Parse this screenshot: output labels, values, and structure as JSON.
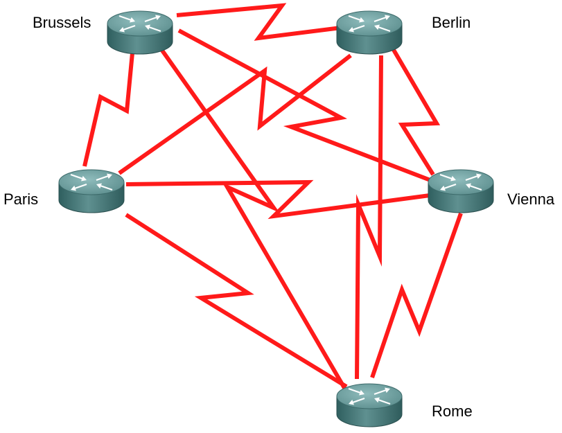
{
  "routers": [
    {
      "id": "brussels",
      "label": "Brussels"
    },
    {
      "id": "berlin",
      "label": "Berlin"
    },
    {
      "id": "paris",
      "label": "Paris"
    },
    {
      "id": "vienna",
      "label": "Vienna"
    },
    {
      "id": "rome",
      "label": "Rome"
    }
  ],
  "links": [
    {
      "from": "brussels",
      "to": "berlin"
    },
    {
      "from": "brussels",
      "to": "paris"
    },
    {
      "from": "brussels",
      "to": "vienna"
    },
    {
      "from": "brussels",
      "to": "rome"
    },
    {
      "from": "berlin",
      "to": "paris"
    },
    {
      "from": "berlin",
      "to": "vienna"
    },
    {
      "from": "berlin",
      "to": "rome"
    },
    {
      "from": "paris",
      "to": "vienna"
    },
    {
      "from": "paris",
      "to": "rome"
    },
    {
      "from": "vienna",
      "to": "rome"
    }
  ],
  "colors": {
    "link": "#ff1a1a",
    "router_top": "#6d9d9d",
    "router_side": "#3f7070",
    "router_arrow": "#ffffff"
  },
  "icons": {
    "router": "router-icon"
  }
}
